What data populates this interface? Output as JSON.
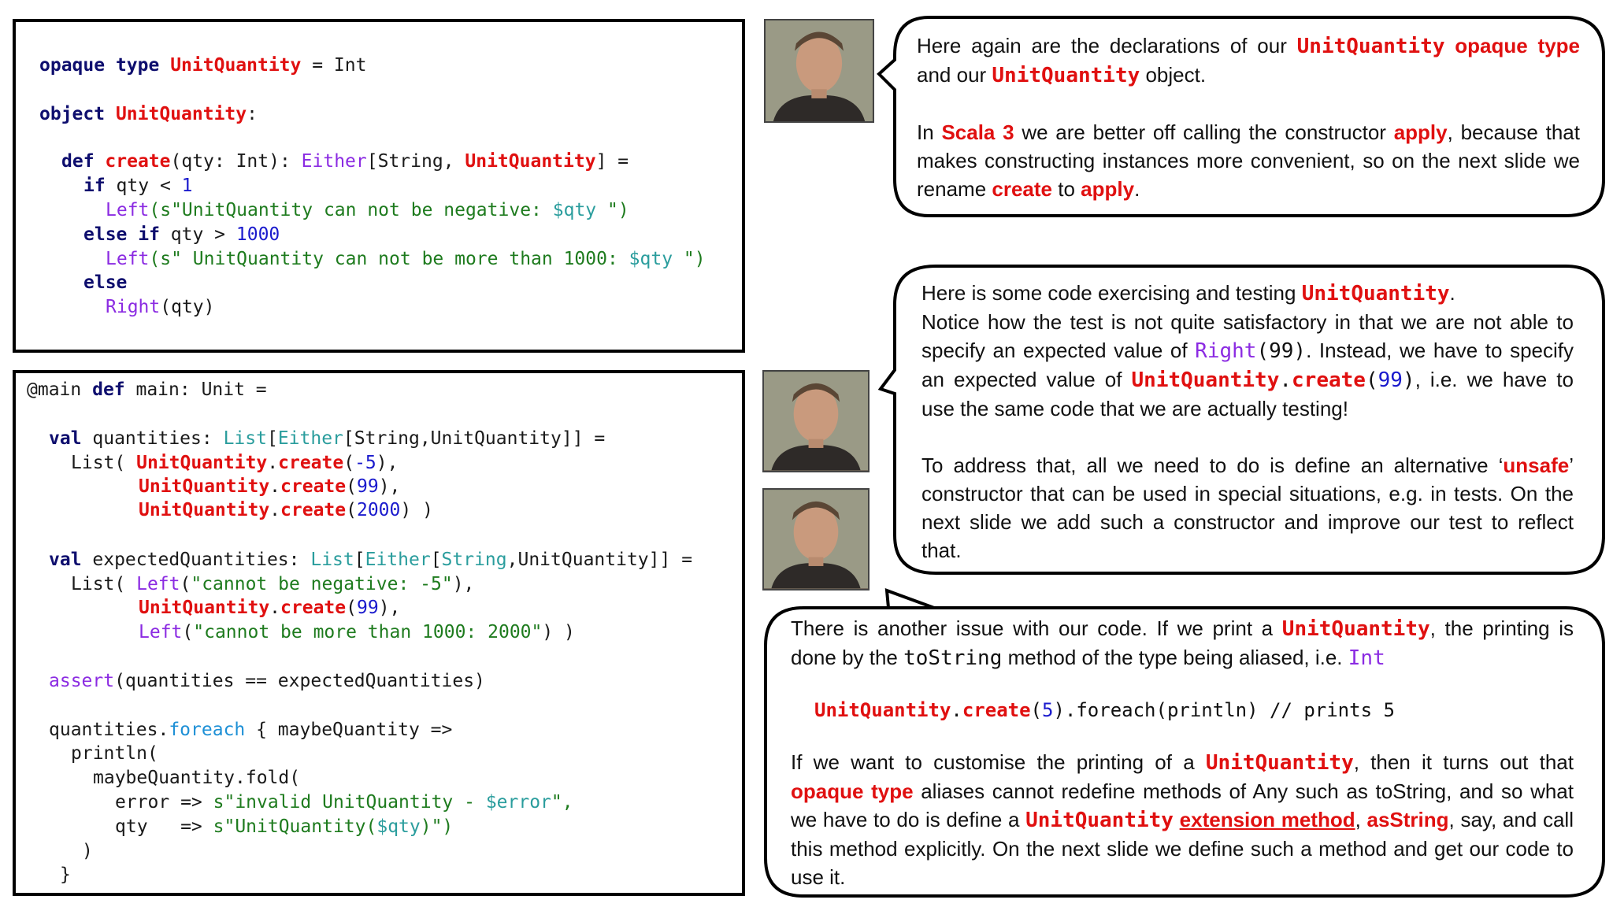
{
  "code_top": {
    "lines": [
      [
        "opaque",
        " ",
        "type",
        " ",
        "UnitQuantity",
        " = Int"
      ],
      [
        "object",
        " ",
        "UnitQuantity",
        ":"
      ],
      [
        "def",
        " ",
        "create",
        "(qty: Int): ",
        "Either",
        "[String, ",
        "UnitQuantity",
        "] ="
      ],
      [
        "if",
        " qty < ",
        "1"
      ],
      [
        "Left",
        "(s\"UnitQuantity can not be negative: ",
        "$qty",
        " \")"
      ],
      [
        "else if",
        " qty > ",
        "1000"
      ],
      [
        "Left",
        "(s\" UnitQuantity can not be more than 1000: ",
        "$qty",
        " \")"
      ],
      [
        "else"
      ],
      [
        "Right",
        "(qty)"
      ]
    ]
  },
  "code_bottom": {
    "lines": [
      [
        "@main ",
        "def",
        " main: Unit ="
      ],
      [
        "val",
        " quantities: ",
        "List",
        "[",
        "Either",
        "[String,UnitQuantity]] ="
      ],
      [
        "List( ",
        "UnitQuantity",
        ".",
        "create",
        "(",
        "-5",
        "),"
      ],
      [
        "UnitQuantity",
        ".",
        "create",
        "(",
        "99",
        "),"
      ],
      [
        "UnitQuantity",
        ".",
        "create",
        "(",
        "2000",
        ") )"
      ],
      [
        "val",
        " expectedQuantities: ",
        "List",
        "[",
        "Either",
        "[",
        "String",
        ",UnitQuantity]] ="
      ],
      [
        "List( ",
        "Left",
        "(",
        "\"cannot be negative: -5\"",
        "),"
      ],
      [
        "UnitQuantity",
        ".",
        "create",
        "(",
        "99",
        "),"
      ],
      [
        "Left",
        "(",
        "\"cannot be more than 1000: 2000\"",
        ") )"
      ],
      [
        "assert",
        "(quantities == expectedQuantities)"
      ],
      [
        "quantities.",
        "foreach",
        " { maybeQuantity =>"
      ],
      [
        "println",
        "("
      ],
      [
        "maybeQuantity.fold",
        "("
      ],
      [
        "error => ",
        "s\"invalid UnitQuantity - ",
        "$error",
        "\","
      ],
      [
        "qty   => ",
        "s\"UnitQuantity(",
        "$qty",
        ")\")"
      ],
      [
        ")"
      ],
      [
        "}"
      ]
    ]
  },
  "bubble1": {
    "p1": [
      "Here again are the declarations of our ",
      "UnitQuantity",
      " ",
      "opaque type",
      " and our ",
      "UnitQuantity",
      "  object."
    ],
    "p2": [
      "In ",
      "Scala 3",
      " we are better off calling the constructor ",
      "apply",
      ", because that makes constructing instances more convenient, so on the next slide we rename ",
      "create",
      " to ",
      "apply",
      "."
    ]
  },
  "bubble2": {
    "p1": [
      "Here is some code exercising and testing ",
      "UnitQuantity",
      "."
    ],
    "p2": [
      "Notice how the test is not quite satisfactory in that we are not able to specify an expected value of ",
      "Right",
      "(99)",
      ". Instead, we have to specify an expected value of ",
      "UnitQuantity",
      ".",
      "create",
      "(",
      "99",
      ")",
      ", i.e. we have to use the same code that we are actually testing!"
    ],
    "p3": [
      "To address that, all we need to do is define an alternative ‘",
      "unsafe",
      "’ constructor that can be used in special situations, e.g. in tests. On the next slide we add such a constructor and improve our test to reflect that."
    ]
  },
  "bubble3": {
    "p1": [
      "There is another issue with our code. If we print a ",
      "UnitQuantity",
      ", the printing is done by the ",
      "toString",
      " method of the type being aliased, i.e. ",
      "Int"
    ],
    "code": [
      "UnitQuantity",
      ".",
      "create",
      "(",
      "5",
      ").foreach(println) // prints 5"
    ],
    "p2": [
      "If we want to customise the printing of a ",
      "UnitQuantity",
      ", then it turns out that ",
      "opaque type",
      " aliases cannot redefine methods of Any such as toString, and so what we have to do is define a ",
      "UnitQuantity",
      " ",
      "extension method",
      ", ",
      "asString",
      ", say, and call this method explicitly. On the next slide we define such a method and get our code to use it."
    ]
  }
}
